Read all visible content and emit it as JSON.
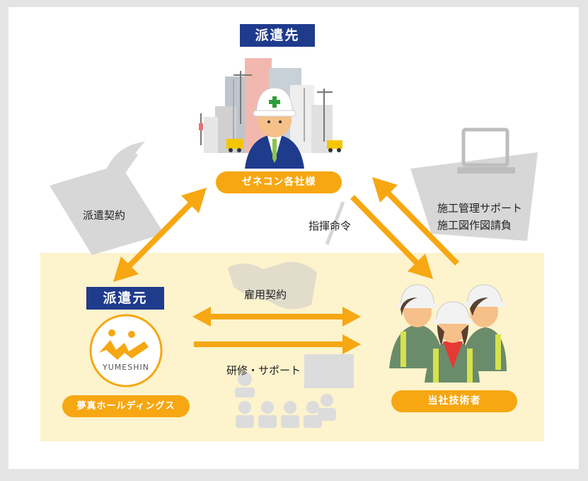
{
  "client": {
    "label": "派遣先",
    "name": "ゼネコン各社様"
  },
  "dispatcher": {
    "label": "派遣元",
    "name": "夢真ホールディングス",
    "logo_text": "YUMESHIN"
  },
  "engineers": {
    "name": "当社技術者"
  },
  "relations": {
    "dispatch_contract": "派遣契約",
    "command": "指揮命令",
    "support_line1": "施工管理サポート",
    "support_line2": "施工図作図請負",
    "employment": "雇用契約",
    "training": "研修・サポート"
  },
  "colors": {
    "navy": "#1f3b8c",
    "orange": "#f6a712",
    "zone": "#fdf3cc",
    "gray": "#d7d7d7"
  }
}
